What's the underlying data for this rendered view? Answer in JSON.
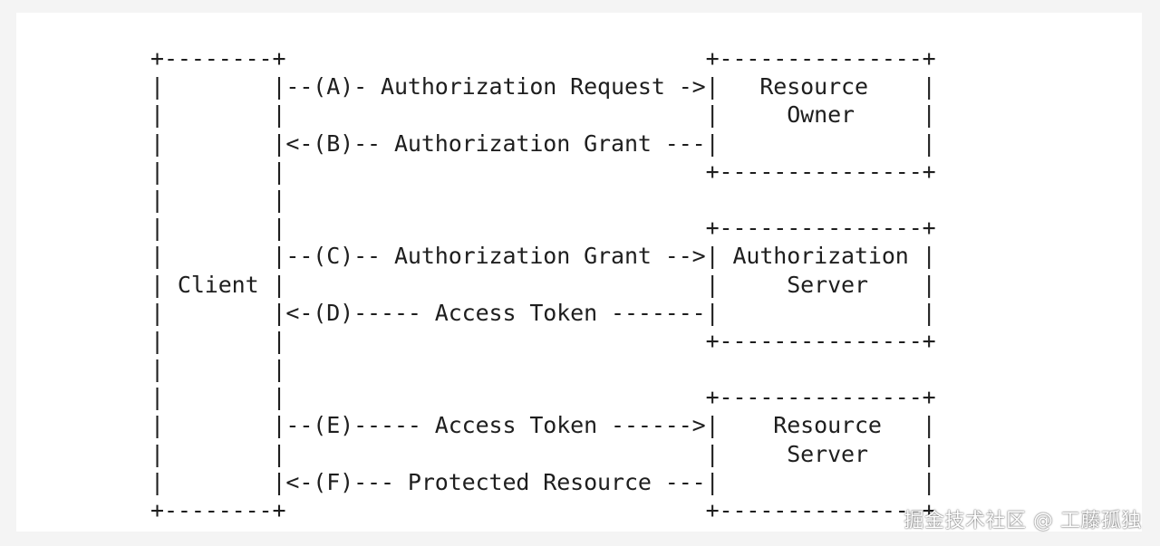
{
  "diagram": {
    "lines": [
      "+--------+                               +---------------+",
      "|        |--(A)- Authorization Request ->|   Resource    |",
      "|        |                               |     Owner     |",
      "|        |<-(B)-- Authorization Grant ---|               |",
      "|        |                               +---------------+",
      "|        |",
      "|        |                               +---------------+",
      "|        |--(C)-- Authorization Grant -->| Authorization |",
      "| Client |                               |     Server    |",
      "|        |<-(D)----- Access Token -------|               |",
      "|        |                               +---------------+",
      "|        |",
      "|        |                               +---------------+",
      "|        |--(E)----- Access Token ------>|    Resource   |",
      "|        |                               |     Server    |",
      "|        |<-(F)--- Protected Resource ---|               |",
      "+--------+                               +---------------+"
    ]
  },
  "watermark": "掘金技术社区 @ 工藤孤独"
}
